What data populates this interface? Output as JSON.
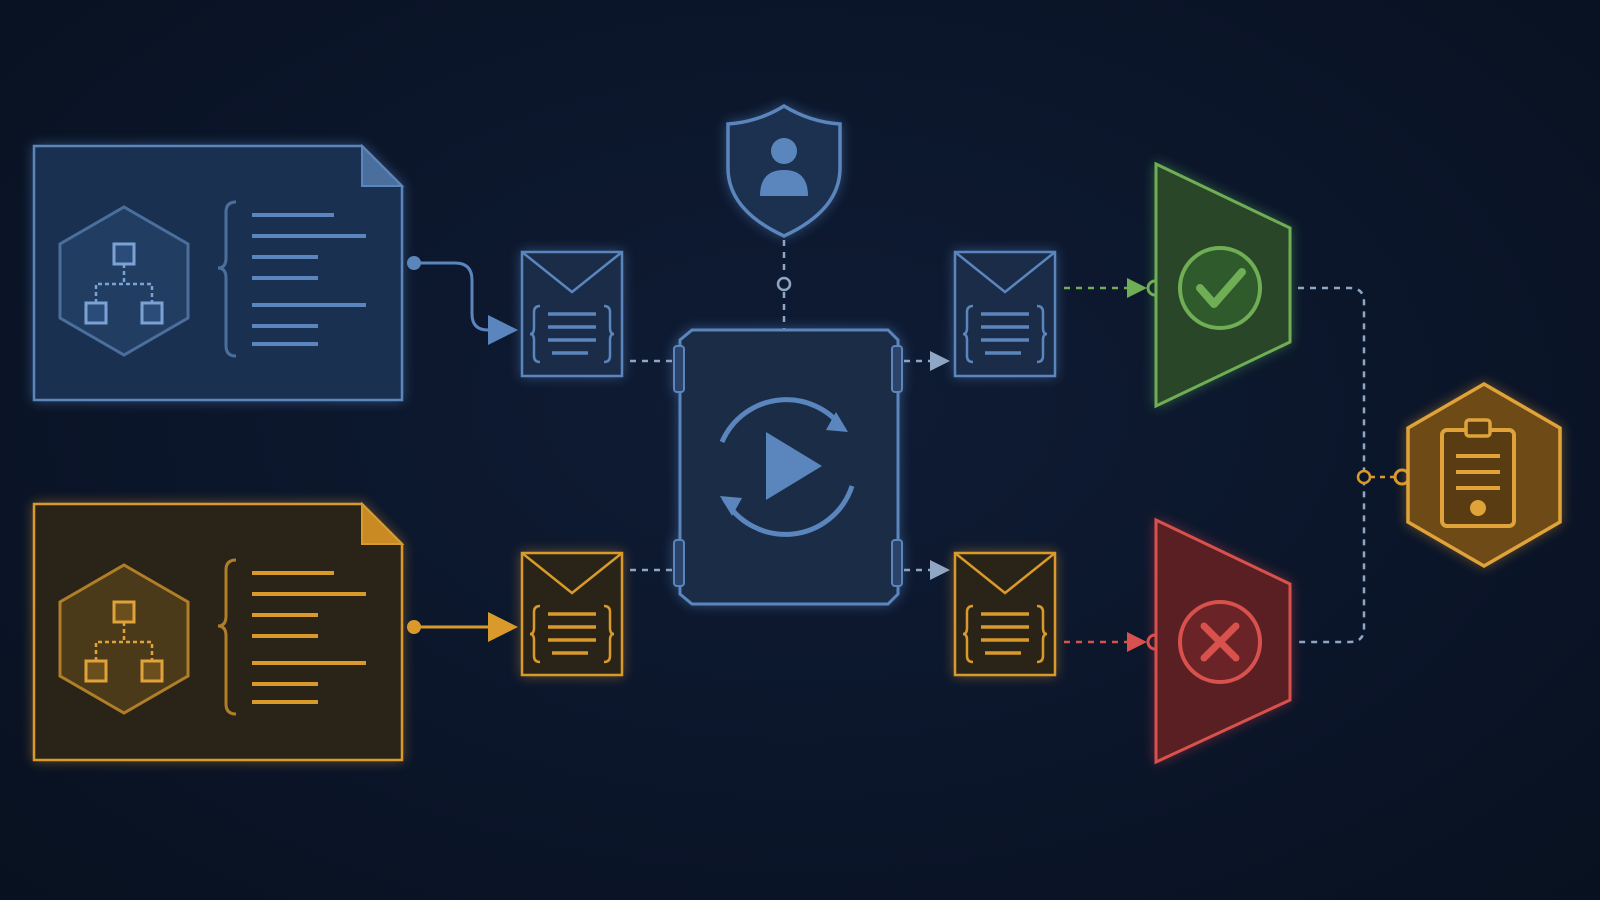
{
  "diagram": {
    "nodes": [
      {
        "id": "source-document-blue",
        "kind": "document",
        "icon": "hierarchy-icon"
      },
      {
        "id": "source-document-orange",
        "kind": "document",
        "icon": "hierarchy-icon"
      },
      {
        "id": "message-envelope-blue-in",
        "kind": "envelope",
        "icon": "code-braces-icon"
      },
      {
        "id": "message-envelope-orange-in",
        "kind": "envelope",
        "icon": "code-braces-icon"
      },
      {
        "id": "processor-node",
        "kind": "processor",
        "icon": "play-refresh-icon"
      },
      {
        "id": "user-shield",
        "kind": "security",
        "icon": "user-shield-icon"
      },
      {
        "id": "message-envelope-blue-out",
        "kind": "envelope",
        "icon": "code-braces-icon"
      },
      {
        "id": "message-envelope-orange-out",
        "kind": "envelope",
        "icon": "code-braces-icon"
      },
      {
        "id": "success-gate",
        "kind": "filter",
        "icon": "check-circle-icon"
      },
      {
        "id": "failure-gate",
        "kind": "filter",
        "icon": "x-circle-icon"
      },
      {
        "id": "report-hexagon",
        "kind": "result",
        "icon": "clipboard-icon"
      }
    ],
    "edges": [
      {
        "from": "source-document-blue",
        "to": "message-envelope-blue-in",
        "style": "solid"
      },
      {
        "from": "source-document-orange",
        "to": "message-envelope-orange-in",
        "style": "solid"
      },
      {
        "from": "message-envelope-blue-in",
        "to": "processor-node",
        "style": "dashed"
      },
      {
        "from": "message-envelope-orange-in",
        "to": "processor-node",
        "style": "dashed"
      },
      {
        "from": "user-shield",
        "to": "processor-node",
        "style": "dashed"
      },
      {
        "from": "processor-node",
        "to": "message-envelope-blue-out",
        "style": "dashed"
      },
      {
        "from": "processor-node",
        "to": "message-envelope-orange-out",
        "style": "dashed"
      },
      {
        "from": "message-envelope-blue-out",
        "to": "success-gate",
        "style": "dashed"
      },
      {
        "from": "message-envelope-orange-out",
        "to": "failure-gate",
        "style": "dashed"
      },
      {
        "from": "success-gate",
        "to": "report-hexagon",
        "style": "dashed"
      },
      {
        "from": "failure-gate",
        "to": "report-hexagon",
        "style": "dashed"
      }
    ]
  },
  "colors": {
    "background": "#0b1529",
    "blue": "#5a86bd",
    "blue_fill": "#1a3050",
    "orange": "#d99a2b",
    "orange_fill": "#2a2418",
    "green": "#6fae55",
    "green_fill": "#2a4628",
    "red": "#d9514d",
    "red_fill": "#5a1f22",
    "gold": "#e0a33a",
    "gold_fill": "#6e4a16",
    "connector": "#8fa6c4"
  }
}
